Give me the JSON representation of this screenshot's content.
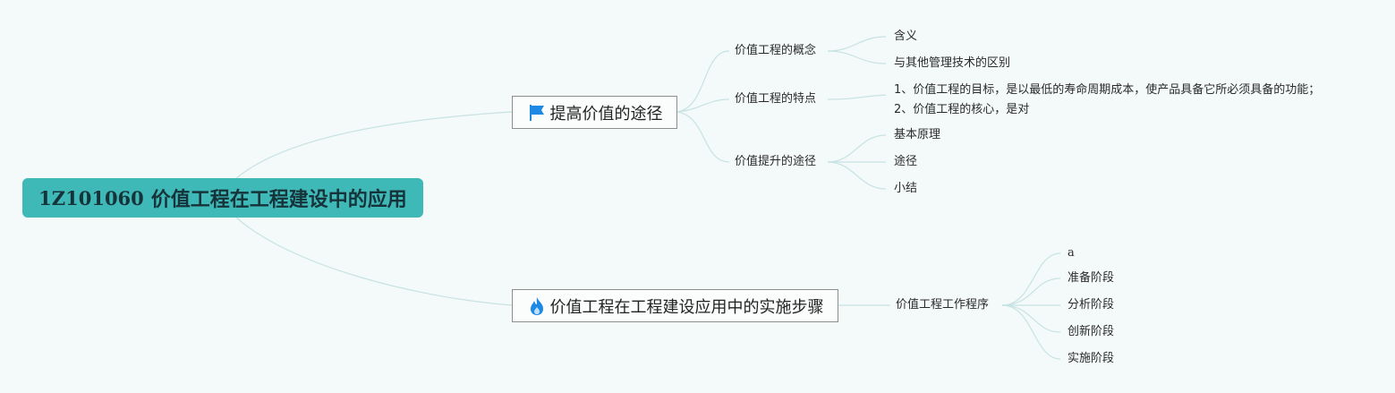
{
  "root": {
    "code": "1Z101060",
    "title": "价值工程在工程建设中的应用"
  },
  "branches": [
    {
      "icon": "flag-icon",
      "label": "提高价值的途径",
      "children": [
        {
          "label": "价值工程的概念",
          "leaves": [
            "含义",
            "与其他管理技术的区别"
          ]
        },
        {
          "label": "价值工程的特点",
          "leaves": [
            "1、价值工程的目标，是以最低的寿命周期成本，使产品具备它所必须具备的功能； 2、价值工程的核心，是对"
          ]
        },
        {
          "label": "价值提升的途径",
          "leaves": [
            "基本原理",
            "途径",
            "小结"
          ]
        }
      ]
    },
    {
      "icon": "fire-icon",
      "label": "价值工程在工程建设应用中的实施步骤",
      "children": [
        {
          "label": "价值工程工作程序",
          "leaves": [
            "a",
            "准备阶段",
            "分析阶段",
            "创新阶段",
            "实施阶段"
          ]
        }
      ]
    }
  ],
  "colors": {
    "background": "#f4f9fa",
    "root_fill": "#3fb8b8",
    "connector": "#c7e3e3",
    "branch_border": "#8e8e8e",
    "flag_icon": "#1e88e5",
    "fire_icon": "#1e88e5"
  }
}
